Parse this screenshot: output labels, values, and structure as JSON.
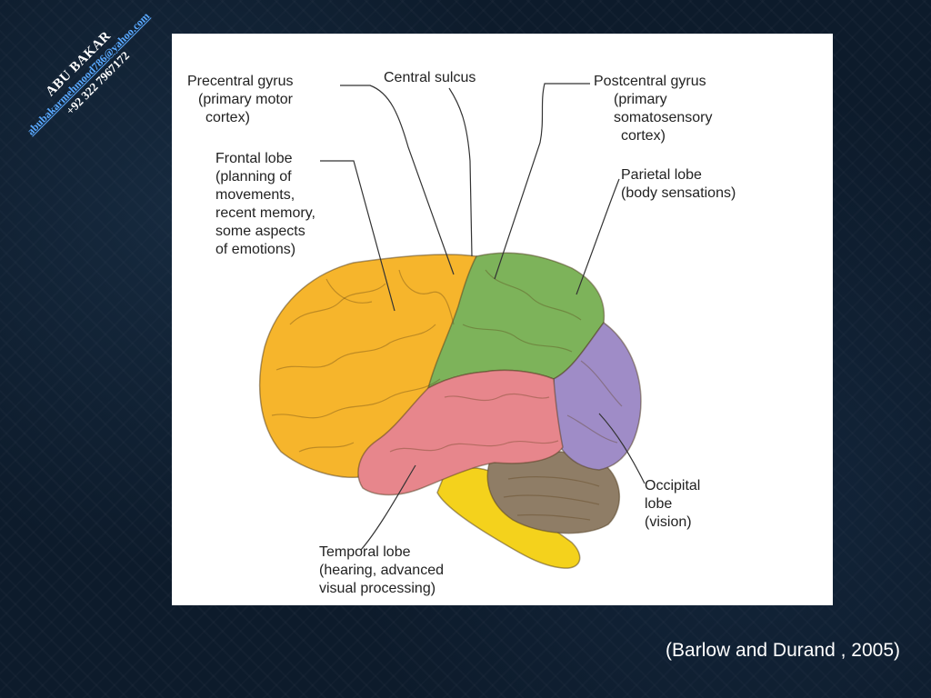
{
  "watermark": {
    "name": "ABU BAKAR",
    "email": "abubakarmehmood786@yahoo.com",
    "phone": "+92 322 7967172"
  },
  "diagram": {
    "labels": {
      "precentral": [
        "Precentral gyrus",
        "(primary motor",
        "cortex)"
      ],
      "central_sulcus": [
        "Central sulcus"
      ],
      "postcentral": [
        "Postcentral gyrus",
        "(primary",
        "somatosensory",
        "cortex)"
      ],
      "frontal": [
        "Frontal lobe",
        "(planning of",
        "movements,",
        "recent memory,",
        "some aspects",
        "of emotions)"
      ],
      "parietal": [
        "Parietal lobe",
        "(body sensations)"
      ],
      "occipital": [
        "Occipital",
        "lobe",
        "(vision)"
      ],
      "temporal": [
        "Temporal lobe",
        "(hearing, advanced",
        "visual processing)"
      ]
    },
    "colors": {
      "frontal": "#f6b52c",
      "parietal": "#7db35a",
      "temporal": "#e7868c",
      "occipital": "#9f8cc7",
      "cerebellum": "#8f7d66",
      "brainstem": "#f4d21c"
    }
  },
  "citation": "(Barlow and Durand , 2005)"
}
